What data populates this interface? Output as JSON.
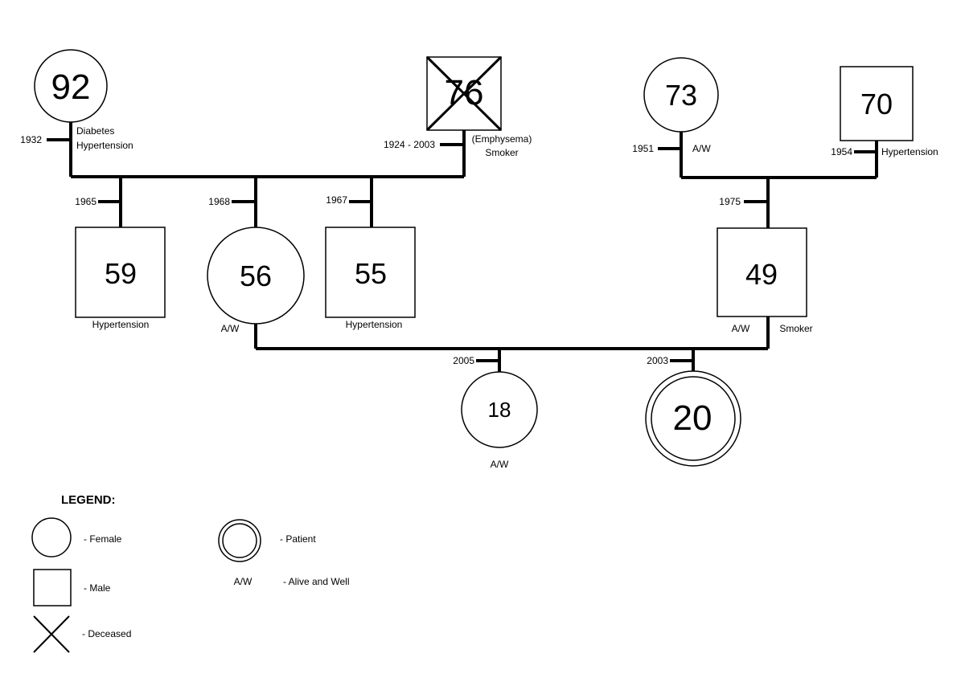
{
  "individuals": {
    "grandmother_paternal": {
      "age": "92",
      "year": "1932",
      "notes": [
        "Diabetes",
        "Hypertension"
      ]
    },
    "grandfather_paternal": {
      "age": "76",
      "year": "1924 - 2003",
      "notes": [
        "(Emphysema)",
        "Smoker"
      ]
    },
    "grandmother_maternal": {
      "age": "73",
      "year": "1951",
      "notes": [
        "A/W"
      ]
    },
    "grandfather_maternal": {
      "age": "70",
      "year": "1954",
      "notes": [
        "Hypertension"
      ]
    },
    "uncle_1": {
      "age": "59",
      "year": "1965",
      "notes": [
        "Hypertension"
      ]
    },
    "mother": {
      "age": "56",
      "year": "1968",
      "notes": [
        "A/W"
      ]
    },
    "uncle_2": {
      "age": "55",
      "year": "1967",
      "notes": [
        "Hypertension"
      ]
    },
    "father": {
      "age": "49",
      "year": "1975",
      "notes": [
        "A/W",
        "Smoker"
      ]
    },
    "sibling": {
      "age": "18",
      "year": "2005",
      "notes": [
        "A/W"
      ]
    },
    "patient": {
      "age": "20",
      "year": "2003",
      "notes": []
    }
  },
  "legend": {
    "title": "LEGEND:",
    "female": "- Female",
    "male": "- Male",
    "deceased": "- Deceased",
    "patient": "- Patient",
    "aw_symbol": "A/W",
    "aw": "- Alive and Well"
  }
}
